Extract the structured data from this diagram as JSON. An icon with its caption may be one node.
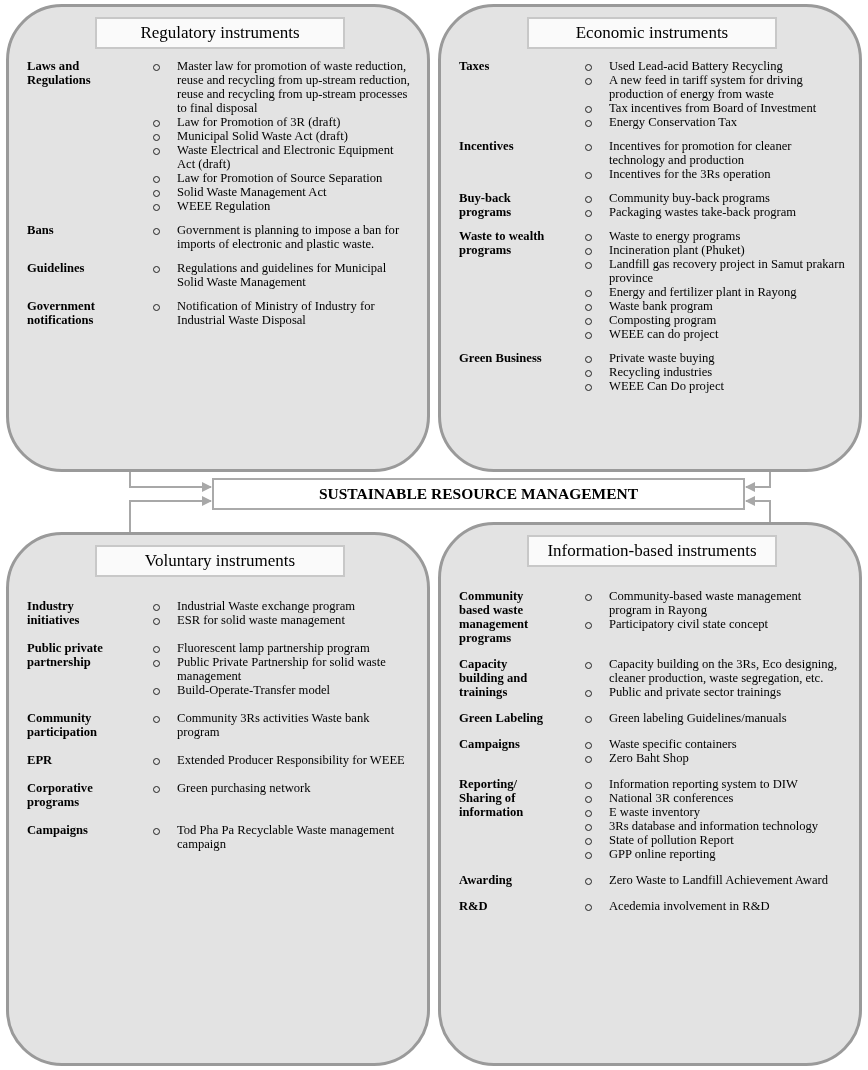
{
  "diagram": {
    "nodes": [
      {
        "text": [
          "Laws and Regulations",
          "Master law for promotion of waste reduction, reuse and recycling from up-stream reduction, reuse and recycling from up-stream processes to final disposal",
          "Law for Promotion of 3R (draft)",
          "Municipal Solid Waste Act (draft)",
          "Waste Electrical and Electronic Equipment Act (draft)",
          "Law for Promotion of Source Separation",
          "Solid Waste Management Act",
          "WEEE Regulation",
          "Bans",
          "Government is planning to impose a ban for imports of electronic and plastic waste.",
          "Guidelines",
          "Regulations and guidelines for Municipal Solid Waste Management",
          "Government notifications",
          "Notification of Ministry of Industry for Industrial Waste Disposal"
        ]
      },
      {
        "text": [
          "Regulatory instruments"
        ],
        "in": 0
      },
      {
        "text": [
          "Taxes",
          "Used Lead-acid Battery Recycling",
          "A new feed in tariff system for driving production of energy from waste",
          "Tax incentives from Board of Investment",
          "Energy Conservation Tax",
          "Incentives",
          "Incentives for promotion for cleaner technology and production",
          "Incentives for the 3Rs operation",
          "Buy-back programs",
          "Community buy-back programs",
          "Packaging wastes take-back program",
          "Waste to wealth programs",
          "Waste to energy programs",
          "Incineration plant (Phuket)",
          "Landfill gas recovery project in Samut prakarn province",
          "Energy and fertilizer plant in Rayong",
          "Waste bank program",
          "Composting program",
          "WEEE can do project",
          "Green Business",
          "Private waste buying",
          "Recycling industries",
          "WEEE Can Do project"
        ]
      },
      {
        "text": [
          "Economic instruments"
        ],
        "in": 2
      },
      {
        "text": [
          "SUSTAINABLE RESOURCE MANAGEMENT"
        ]
      },
      {
        "text": [
          "Industry initiatives",
          "Industrial Waste exchange program",
          "ESR for solid waste management",
          "Public private partnership",
          "Fluorescent lamp partnership program",
          "Public Private Partnership for solid waste management",
          "Build-Operate-Transfer model",
          "Community participation",
          "Community 3Rs activities Waste bank program",
          "EPR",
          "Extended Producer Responsibility for WEEE",
          "Corporative programs",
          "Green purchasing network",
          "Campaigns",
          "Tod Pha Pa Recyclable Waste management campaign"
        ]
      },
      {
        "text": [
          "Voluntary instruments"
        ],
        "in": 5
      },
      {
        "text": [
          "Community based waste management programs",
          "Community-based waste management program in Rayong",
          "Participatory civil state concept",
          "Capacity building and trainings",
          "Capacity building on the 3Rs, Eco designing, cleaner production, waste segregation, etc.",
          "Public and private sector trainings",
          "Green Labeling",
          "Green labeling Guidelines/manuals",
          "Campaigns",
          "Waste specific containers",
          "Zero Baht Shop",
          "Reporting/ Sharing of information",
          "Information reporting system to DIW",
          "National 3R conferences",
          "E waste inventory",
          "3Rs database and information technology",
          "State of pollution Report",
          "GPP online reporting",
          "Awarding",
          "Zero Waste to Landfill Achievement Award",
          "R&D",
          "Acedemia involvement in R&D"
        ]
      },
      {
        "text": [
          "Information-based instruments"
        ],
        "in": 7
      }
    ],
    "edges": [
      {
        "from": 0,
        "to": 4,
        "arrow": "to"
      },
      {
        "from": 2,
        "to": 4,
        "arrow": "to"
      },
      {
        "from": 5,
        "to": 4,
        "arrow": "to"
      },
      {
        "from": 7,
        "to": 4,
        "arrow": "to"
      }
    ]
  }
}
